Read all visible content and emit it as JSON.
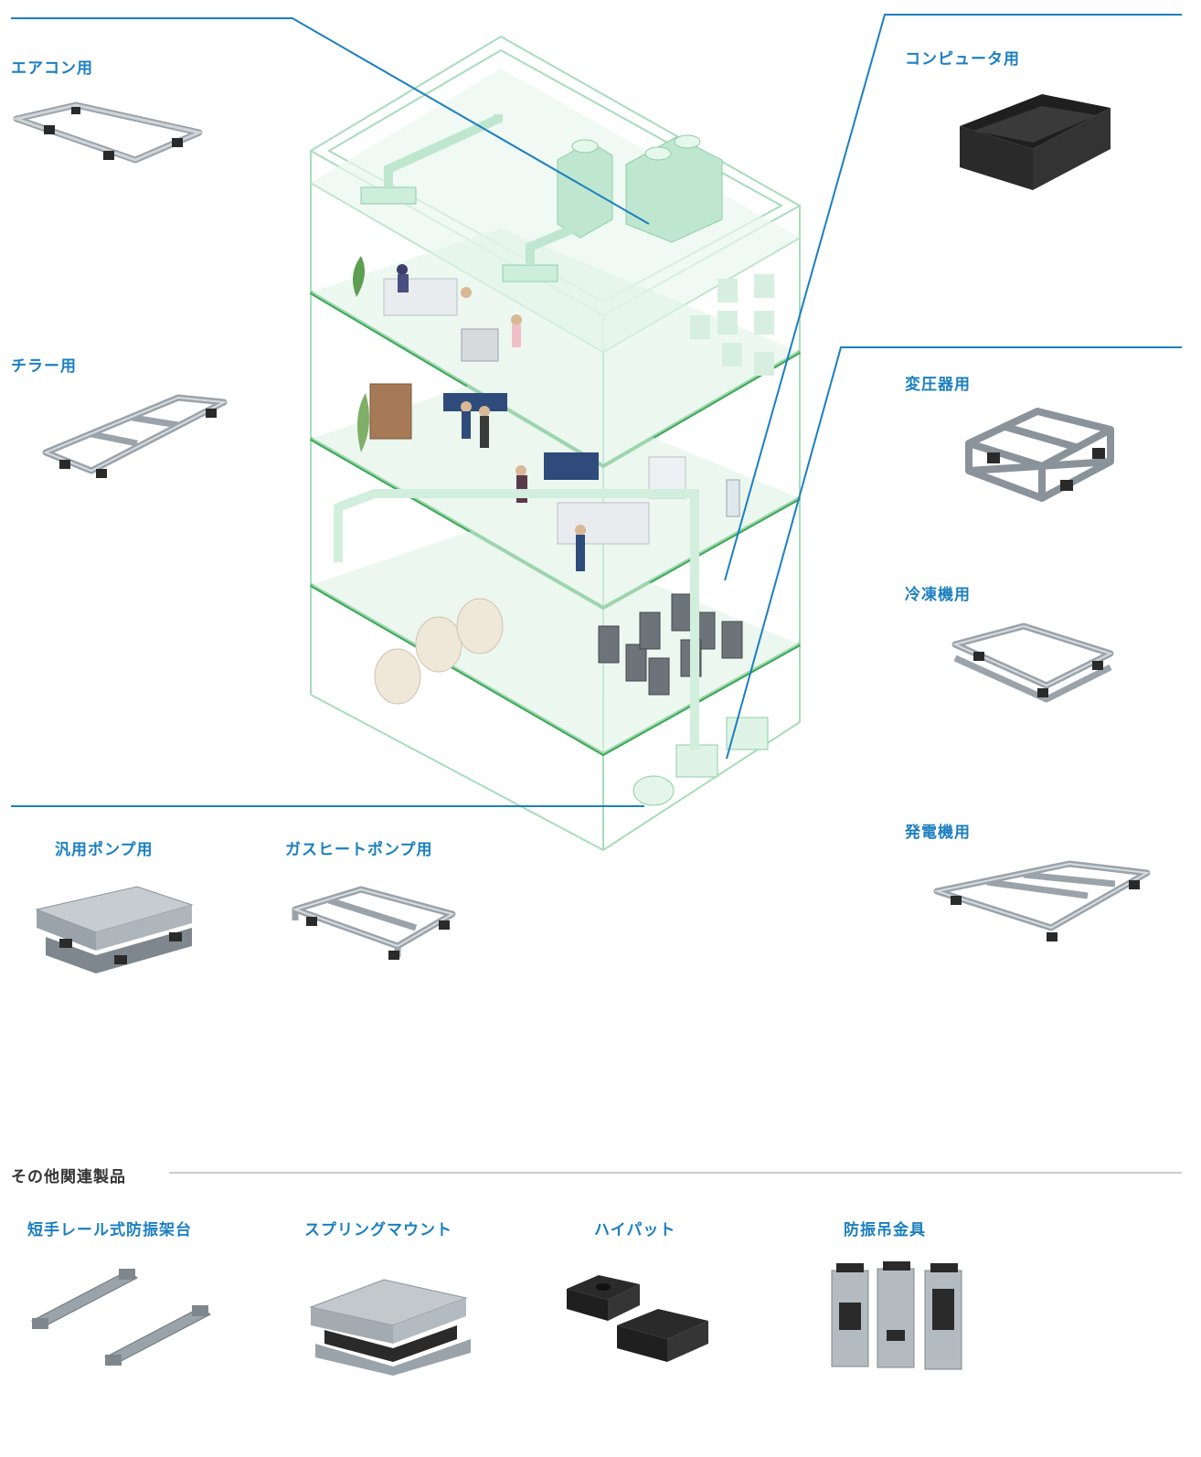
{
  "colors": {
    "accent": "#1b7fc0",
    "floor": "#3aa856",
    "building": "#a8dcbc",
    "metal": "#9aa3aa",
    "dark": "#2a2a2a"
  },
  "products": {
    "aircon": "エアコン用",
    "chiller": "チラー用",
    "computer": "コンピュータ用",
    "transformer": "変圧器用",
    "refrigerator": "冷凍機用",
    "generator": "発電機用",
    "general_pump": "汎用ポンプ用",
    "gas_heat_pump": "ガスヒートポンプ用"
  },
  "related": {
    "title": "その他関連製品",
    "items": [
      "短手レール式防振架台",
      "スプリングマウント",
      "ハイパット",
      "防振吊金具"
    ]
  }
}
